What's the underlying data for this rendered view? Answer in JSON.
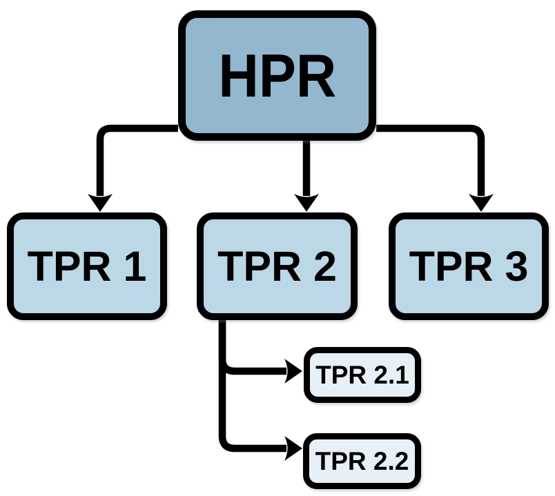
{
  "diagram": {
    "type": "hierarchy",
    "root": {
      "label": "HPR"
    },
    "children": [
      {
        "label": "TPR 1",
        "children": []
      },
      {
        "label": "TPR 2",
        "children": [
          {
            "label": "TPR 2.1"
          },
          {
            "label": "TPR 2.2"
          }
        ]
      },
      {
        "label": "TPR 3",
        "children": []
      }
    ],
    "colors": {
      "background": "#ffffff",
      "root_fill": "#92b7ce",
      "child_fill": "#bcd7e6",
      "grandchild_fill": "#e7f0f7",
      "line": "#000000",
      "text": "#000000"
    }
  }
}
